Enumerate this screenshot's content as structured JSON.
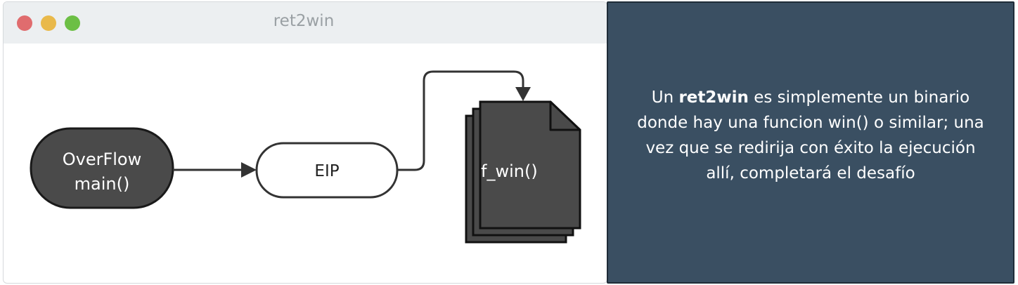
{
  "window": {
    "title": "ret2win"
  },
  "diagram": {
    "start_node_line1": "OverFlow",
    "start_node_line2": "main()",
    "middle_node": "EIP",
    "target_node": "f_win()"
  },
  "info": {
    "before": "Un ",
    "keyword": "ret2win",
    "after": " es simplemente un binario donde hay una funcion win() o similar; una vez que se redirija con éxito la ejecución allí, completará el desafío"
  },
  "colors": {
    "panel_bg": "#3a4f62",
    "node_dark": "#4a4a4a",
    "titlebar": "#eceff1"
  }
}
